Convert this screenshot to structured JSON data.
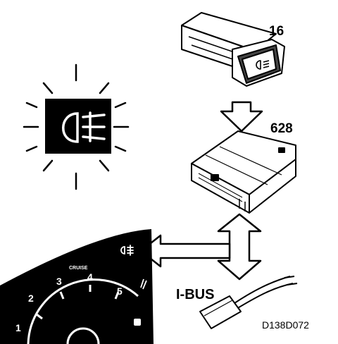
{
  "labels": {
    "switch_callout": "16",
    "module_callout": "628",
    "bus_label": "I-BUS",
    "figure_code": "D138D072",
    "cruise_text": "CRUISE"
  },
  "tachometer_numbers": [
    "1",
    "2",
    "3",
    "4",
    "5"
  ],
  "icons": {
    "lamp": "rear-fog-lamp-icon",
    "switch": "fog-lamp-switch",
    "module": "control-module",
    "connector": "bus-connector"
  }
}
